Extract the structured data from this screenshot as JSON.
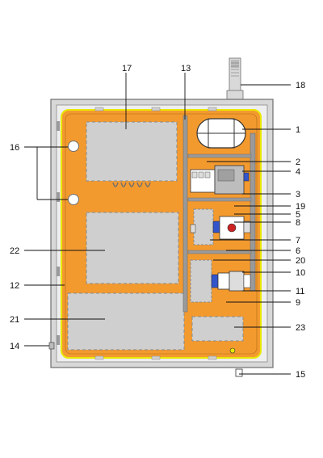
{
  "diagram": {
    "title": "",
    "colors": {
      "panel_fill": "#f39a2f",
      "enclosure_frame": "#c8c8c8",
      "enclosure_outline": "#6f6f6f",
      "gasket": "#e8e800",
      "component_fill": "#cfcfcf",
      "dash": "#8a8a8a",
      "din_rail": "#9a9a9a",
      "accent_blue": "#3355cc",
      "accent_red": "#cc2222"
    },
    "labels": [
      "1",
      "2",
      "3",
      "4",
      "5",
      "6",
      "7",
      "8",
      "9",
      "10",
      "11",
      "12",
      "13",
      "14",
      "15",
      "16",
      "17",
      "18",
      "19",
      "20",
      "21",
      "22",
      "23"
    ]
  }
}
